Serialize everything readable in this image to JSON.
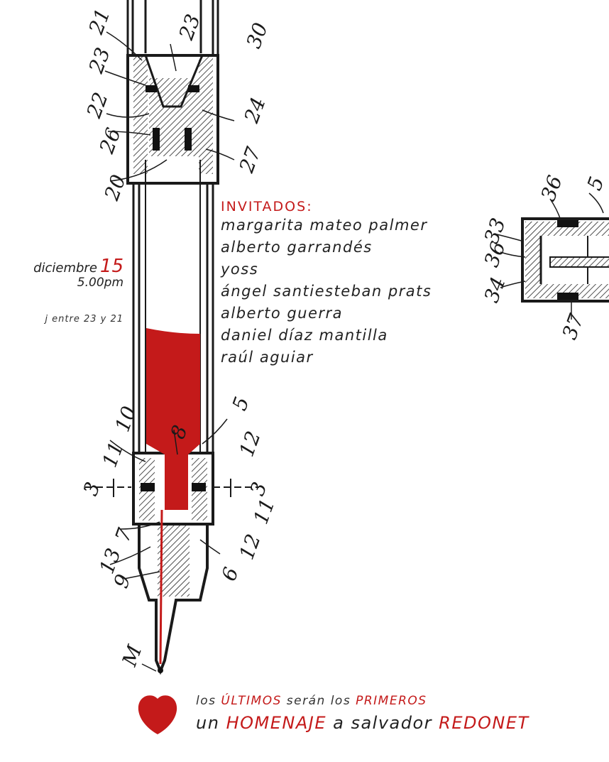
{
  "event": {
    "month": "diciembre",
    "day": "15",
    "time": "5.00pm",
    "address": "j entre 23 y 21"
  },
  "guests": {
    "title": "INVITADOS:",
    "names": [
      "margarita mateo palmer",
      "alberto garrandés",
      "yoss",
      "ángel santiesteban prats",
      "alberto guerra",
      "daniel díaz mantilla",
      "raúl aguiar"
    ]
  },
  "footer": {
    "line1": {
      "w1": "los ",
      "w2": "ÚLTIMOS",
      "w3": " serán los ",
      "w4": "PRIMEROS"
    },
    "line2": {
      "w1": "un ",
      "w2": "HOMENAJE",
      "w3": " a salvador ",
      "w4": "REDONET"
    }
  },
  "drawing_labels": {
    "pen": [
      "21",
      "23",
      "23",
      "22",
      "26",
      "20",
      "30",
      "24",
      "27",
      "10",
      "11",
      "3",
      "7",
      "13",
      "9",
      "M",
      "8",
      "5",
      "12",
      "3",
      "11",
      "12",
      "6"
    ],
    "part": [
      "36",
      "33",
      "36",
      "34",
      "5",
      "37"
    ]
  },
  "colors": {
    "accent": "#c41a1a",
    "ink": "#222222",
    "background": "#ffffff"
  },
  "icons": {
    "heart": "heart-icon"
  }
}
